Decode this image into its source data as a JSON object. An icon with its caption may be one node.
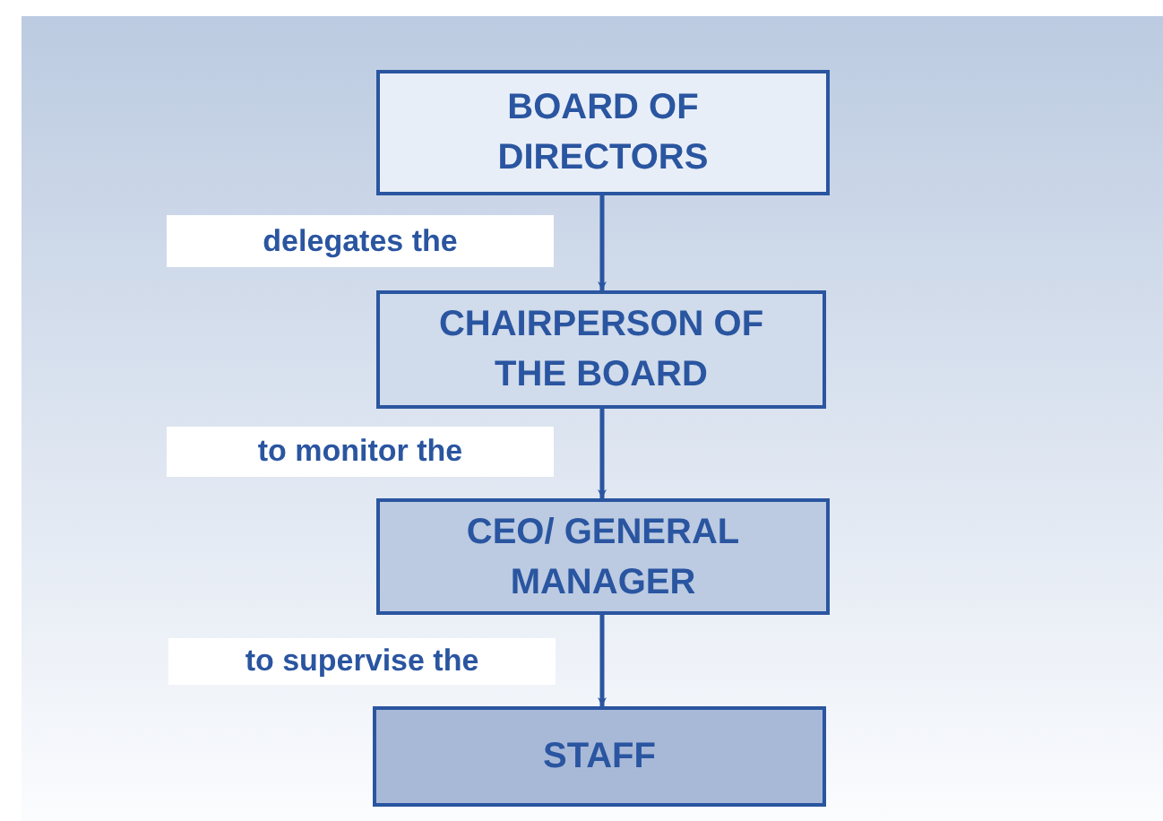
{
  "diagram": {
    "nodes": [
      {
        "text": [
          "BOARD OF DIRECTORS"
        ]
      },
      {
        "text": [
          "CHAIRPERSON OF THE BOARD"
        ]
      },
      {
        "text": [
          "CEO/ GENERAL MANAGER"
        ]
      },
      {
        "text": [
          "STAFF"
        ]
      }
    ],
    "edges": [
      {
        "from": 0,
        "to": 1,
        "arrow": "to",
        "label": "delegates the"
      },
      {
        "from": 1,
        "to": 2,
        "arrow": "to",
        "label": "to monitor the"
      },
      {
        "from": 2,
        "to": 3,
        "arrow": "to",
        "label": "to supervise the"
      }
    ]
  }
}
